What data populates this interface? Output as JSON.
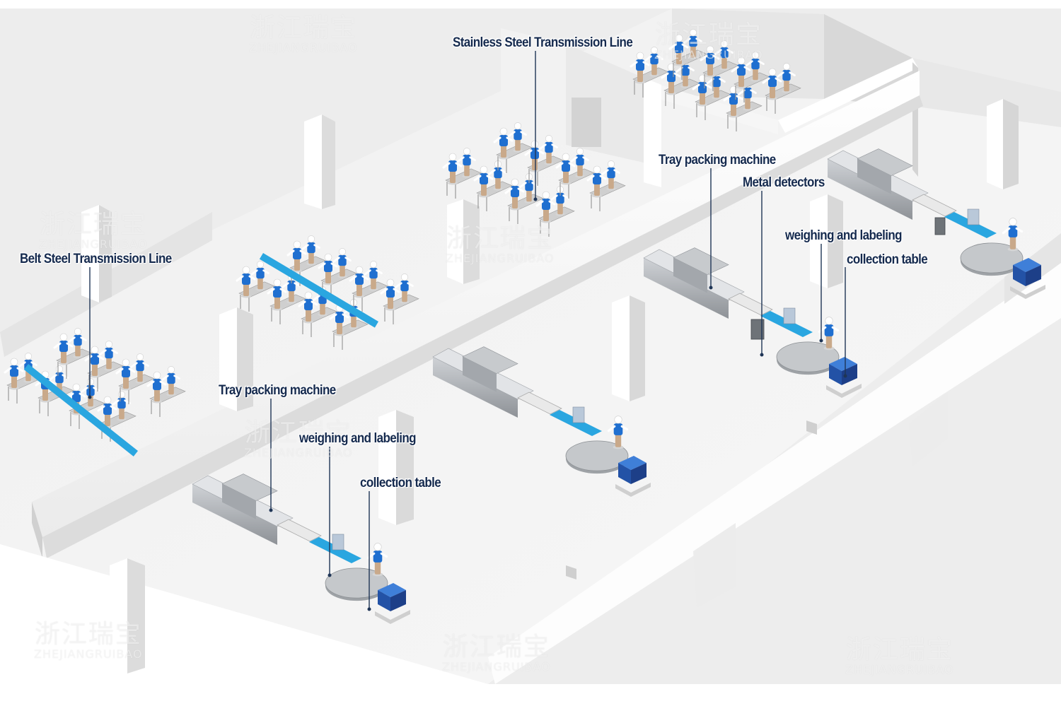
{
  "labels": {
    "stainless_line": "Stainless Steel Transmission Line",
    "belt_line": "Belt Steel Transmission Line",
    "tray_packing_a": "Tray packing machine",
    "tray_packing_b": "Tray packing machine",
    "metal_detectors": "Metal detectors",
    "weighing_a": "weighing and labeling",
    "weighing_b": "weighing and labeling",
    "collection_a": "collection table",
    "collection_b": "collection table"
  },
  "watermark": {
    "zh": "浙江瑞宝",
    "en": "ZHEJIANGRUIBAO"
  },
  "colors": {
    "label_text": "#152a4e",
    "leader_line": "#1f3556",
    "floor": "#f4f4f4",
    "wall": "#fbfbfb",
    "wall_shade": "#d6d6d6",
    "conveyor_blue": "#2aa6e0",
    "worker_blue": "#1f6fd0",
    "machine_grey": "#a9adb2"
  }
}
